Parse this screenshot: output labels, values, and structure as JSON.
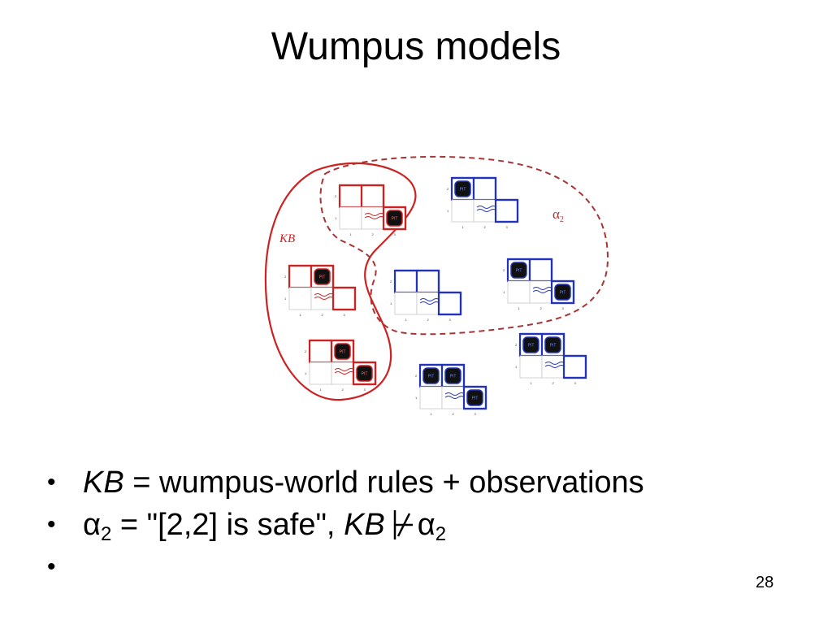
{
  "slide": {
    "title": "Wumpus models",
    "page_number": "28"
  },
  "diagram": {
    "kb_label": "KB",
    "alpha_label": "α",
    "alpha_sub": "2",
    "colors": {
      "red": "#cc2222",
      "blue": "#2233bb",
      "dashed_region": "#aa3333",
      "pit": "#111111"
    },
    "cell_labels": {
      "pit": "PIT",
      "breeze": "Breeze"
    },
    "axis_labels": [
      "1",
      "2",
      "3"
    ]
  },
  "bullets": [
    {
      "kb": "KB",
      "text": " = wumpus-world rules + observations"
    },
    {
      "alpha": "α",
      "alpha_sub": "2",
      "text": " = \"[2,2] is safe\", ",
      "kb": "KB",
      "alpha2": "α",
      "alpha2_sub": "2"
    },
    {}
  ]
}
